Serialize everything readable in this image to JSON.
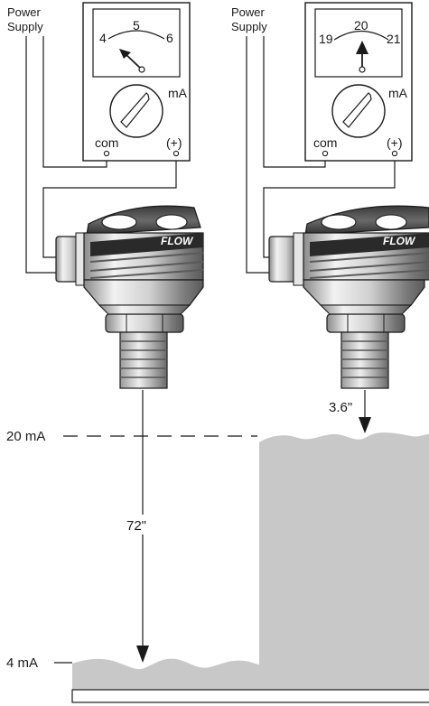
{
  "left_panel": {
    "power_supply_line1": "Power",
    "power_supply_line2": "Supply",
    "meter": {
      "scale_left": "4",
      "scale_mid": "5",
      "scale_right": "6",
      "unit": "mA",
      "terminal_com": "com",
      "terminal_plus": "(+)"
    },
    "brand": "FLOW",
    "distance": "72\""
  },
  "right_panel": {
    "power_supply_line1": "Power",
    "power_supply_line2": "Supply",
    "meter": {
      "scale_left": "19",
      "scale_mid": "20",
      "scale_right": "21",
      "unit": "mA",
      "terminal_com": "com",
      "terminal_plus": "(+)"
    },
    "brand": "FLOW",
    "distance": "3.6\""
  },
  "levels": {
    "high_label": "20 mA",
    "low_label": "4 mA"
  },
  "colors": {
    "liquid": "#c8c8c8",
    "line": "#1a1a1a",
    "sensor_dark": "#555555",
    "sensor_light": "#e6e6e6"
  }
}
